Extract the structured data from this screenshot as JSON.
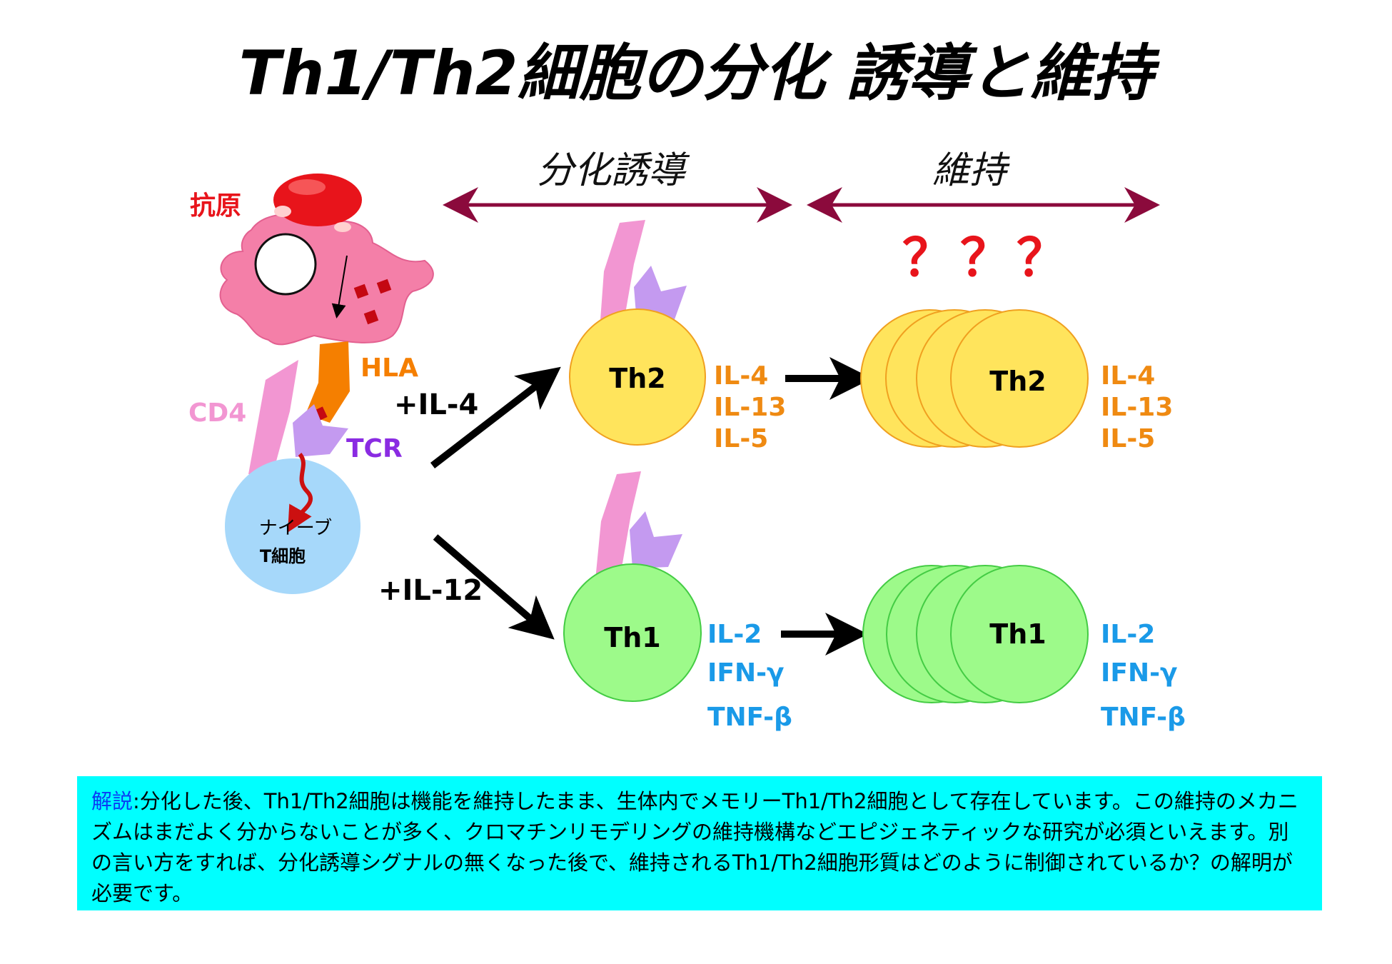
{
  "title": "Th1/Th2細胞の分化 誘導と維持",
  "phases": {
    "induction": "分化誘導",
    "maintenance": "維持"
  },
  "labels": {
    "antigen": "抗原",
    "hla": "HLA",
    "cd4": "CD4",
    "tcr": "TCR",
    "naive_line1": "ナイーブ",
    "naive_line2": "T細胞",
    "il4_stim": "+IL-4",
    "il12_stim": "+IL-12",
    "th2": "Th2",
    "th1": "Th1",
    "question_marks": [
      "？",
      "？",
      "？"
    ]
  },
  "cytokines": {
    "th2": [
      "IL-4",
      "IL-13",
      "IL-5"
    ],
    "th1": [
      "IL-2",
      "IFN-γ",
      "TNF-β"
    ]
  },
  "colors": {
    "antigen_red": "#e8141b",
    "apc_pink": "#f47fa8",
    "hla_orange": "#f57f00",
    "cd4_pink": "#f296d2",
    "tcr_purple": "#c49af0",
    "tcr_text": "#8a2be2",
    "naive_blue": "#a6d8fa",
    "th2_yellow": "#ffe45c",
    "th1_green": "#9dfa8a",
    "th2_cytokine": "#ef8a12",
    "th1_cytokine": "#1a9ae8",
    "phase_arrow": "#8b0a3c"
  },
  "note": {
    "head": "解説",
    "body": ":分化した後、Th1/Th2細胞は機能を維持したまま、生体内でメモリーTh1/Th2細胞として存在しています。この維持のメカニズムはまだよく分からないことが多く、クロマチンリモデリングの維持機構などエピジェネティックな研究が必須といえます。別の言い方をすれば、分化誘導シグナルの無くなった後で、維持されるTh1/Th2細胞形質はどのように制御されているか？の解明が必要です。"
  }
}
